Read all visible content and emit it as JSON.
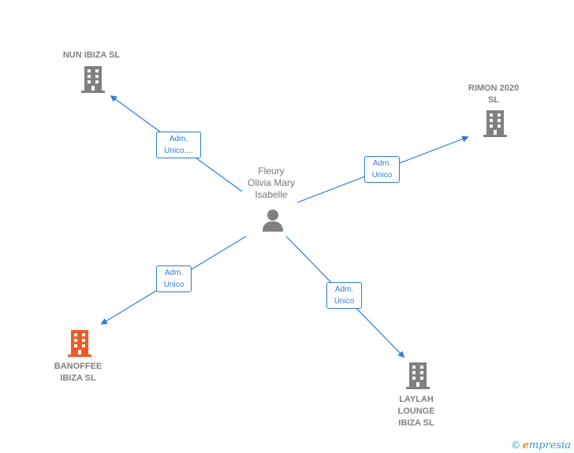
{
  "colors": {
    "edge": "#2f7bd9",
    "building": "#808080",
    "building_highlight": "#f15a24",
    "person": "#808080"
  },
  "center": {
    "name_lines": [
      "Fleury",
      "Olivia Mary",
      "Isabelle"
    ],
    "icon": "person-icon"
  },
  "companies": [
    {
      "id": "nun",
      "name_lines": [
        "NUN IBIZA  SL"
      ],
      "highlight": false,
      "relation_lines": [
        "Adm.",
        "Unico,..."
      ]
    },
    {
      "id": "rimon",
      "name_lines": [
        "RIMON 2020",
        "SL"
      ],
      "highlight": false,
      "relation_lines": [
        "Adm.",
        "Unico"
      ]
    },
    {
      "id": "banoffee",
      "name_lines": [
        "BANOFFEE",
        "IBIZA  SL"
      ],
      "highlight": true,
      "relation_lines": [
        "Adm.",
        "Unico"
      ]
    },
    {
      "id": "laylah",
      "name_lines": [
        "LAYLAH",
        "LOUNGE",
        "IBIZA  SL"
      ],
      "highlight": false,
      "relation_lines": [
        "Adm.",
        "Unico"
      ]
    }
  ],
  "footer": {
    "copyright": "©",
    "brand_initial": "e",
    "brand_rest": "mpresia"
  }
}
